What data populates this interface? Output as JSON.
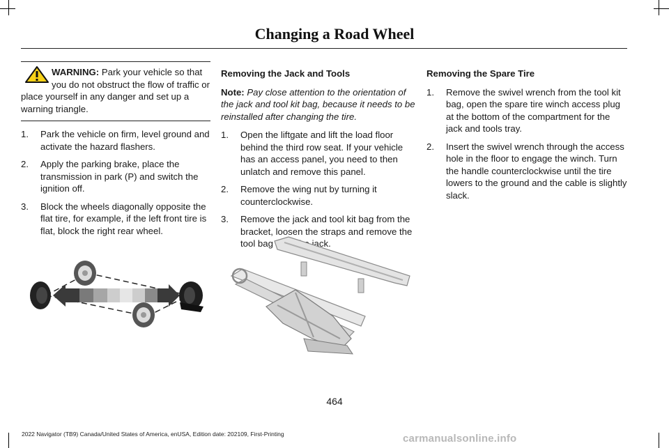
{
  "header": {
    "title": "Changing a Road Wheel"
  },
  "warning": {
    "label": "WARNING:",
    "text": "Park your vehicle so that you do not obstruct the flow of traffic or place yourself in any danger and set up a warning triangle."
  },
  "steps_left": [
    {
      "num": "1.",
      "text": "Park the vehicle on firm, level ground and activate the hazard flashers."
    },
    {
      "num": "2.",
      "text": "Apply the parking brake, place the transmission in park (P) and switch the ignition off."
    },
    {
      "num": "3.",
      "text": "Block the wheels diagonally opposite the flat tire, for example, if the left front tire is flat, block the right rear wheel."
    }
  ],
  "jack_section": {
    "heading": "Removing the Jack and Tools",
    "note_label": "Note:",
    "note_text": "Pay close attention to the orientation of the jack and tool kit bag, because it needs to be reinstalled after changing the tire.",
    "steps": [
      {
        "num": "1.",
        "text": "Open the liftgate and lift the load floor behind the third row seat. If your vehicle has an access panel, you need to then unlatch and remove this panel."
      },
      {
        "num": "2.",
        "text": "Remove the wing nut by turning it counterclockwise."
      },
      {
        "num": "3.",
        "text": "Remove the jack and tool kit bag from the bracket, loosen the straps and remove the tool bag from the jack."
      }
    ]
  },
  "spare_section": {
    "heading": "Removing the Spare Tire",
    "steps": [
      {
        "num": "1.",
        "text": "Remove the swivel wrench from the tool kit bag, open the spare tire winch access plug at the bottom of the compartment for the jack and tools tray."
      },
      {
        "num": "2.",
        "text": "Insert the swivel wrench through the access hole in the floor to engage the winch. Turn the handle counterclockwise until the tire lowers to the ground and the cable is slightly slack."
      }
    ]
  },
  "page_number": "464",
  "footer": "2022 Navigator (TB9) Canada/United States of America, enUSA, Edition date: 202109, First-Printing",
  "watermark": "carmanualsonline.info",
  "colors": {
    "warning_yellow": "#f7d117",
    "arrow_dark": "#3a3a3a"
  }
}
